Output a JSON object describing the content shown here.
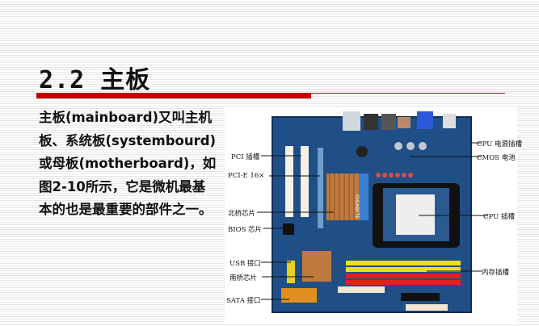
{
  "slide": {
    "title": "2.2 主板",
    "body_lines": [
      "主板(mainboard)又叫主机",
      "板、系统板(systembourd)",
      "或母板(motherboard)，如",
      "图2-10所示，它是微机最基",
      "本的也是最重要的部件之一。"
    ],
    "accent_color": "#c00000"
  },
  "figure": {
    "labels": {
      "cpu_power": "CPU 电源插槽",
      "cmos": "CMOS 电池",
      "pci": "PCI 插槽",
      "pcie": "PCI-E 16×",
      "northbridge": "北桥芯片",
      "cpu_socket": "CPU 插槽",
      "bios": "BIOS 芯片",
      "usb": "USB 接口",
      "southbridge": "南桥芯片",
      "memory": "内存插槽",
      "sata": "SATA 接口"
    },
    "board_brand": "GIGABYTE"
  }
}
